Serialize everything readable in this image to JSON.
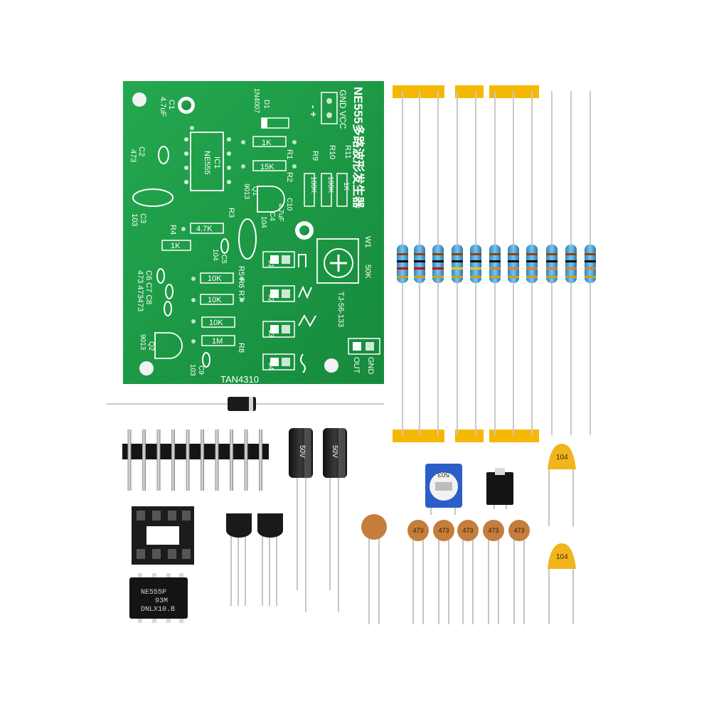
{
  "pcb": {
    "title": "NE555多路波形发生器",
    "code": "TAN4310",
    "ic_ref": "IC1",
    "ic_name": "NE555",
    "power_label": "GND VCC",
    "power_pins": "- +",
    "out_label": "OUT",
    "gnd_label": "GND",
    "pot_model": "TJ-56-133",
    "pot_value": "50K",
    "pot_ref": "W1",
    "c1": "C1",
    "c1_val": "4.7uF",
    "c2": "C2",
    "c2_val": "473",
    "c3": "C3",
    "c3_val": "103",
    "c4": "C4",
    "c4_val": "104",
    "c5": "C5",
    "c5_val": "104",
    "c6_c8": "C6 C7 C8",
    "c6_c8_val": "473 473473",
    "c9": "C9",
    "c9_val": "103",
    "c10": "C10",
    "c10_val": "4.7uF",
    "d1": "D1",
    "d1_val": "1N4007",
    "q1": "Q1",
    "q1_val": "9013",
    "q2": "Q2",
    "q2_val": "9013",
    "r1": "R1",
    "r1_val": "1K",
    "r2": "R2",
    "r2_val": "15K",
    "r3": "R3",
    "r3_val": "4.7K",
    "r4": "R4",
    "r4_val": "1K",
    "r5_r7": "R5 R6 R7",
    "r5_val": "10K",
    "r6_val": "10K",
    "r7_val": "10K",
    "r8": "R8",
    "r8_val": "1M",
    "r9": "R9",
    "r9_val": "100K",
    "r10": "R10",
    "r10_val": "100K",
    "r11": "R11",
    "r11_val": "1K",
    "j1": "J1",
    "j2": "J2",
    "j3": "J3",
    "j4": "J4"
  },
  "parts": {
    "ic_chip": [
      "NE555P",
      "93M",
      "DNLX10.B"
    ],
    "elec_cap_label": "50V",
    "trimpot_label": "503",
    "ceramic_small": [
      "473",
      "473",
      "473",
      "473",
      "473"
    ],
    "ceramic_yellow": [
      "104",
      "104"
    ]
  },
  "colors": {
    "pcb_green": "#1a9a44",
    "resistor_body": "#4aa3d6",
    "tape": "#f5b800"
  }
}
